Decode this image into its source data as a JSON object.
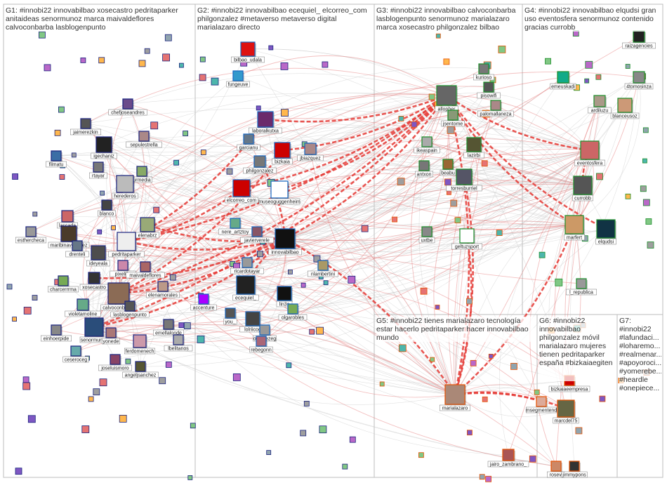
{
  "groups": [
    {
      "id": "G1",
      "title": "G1: #innobi22 innovabilbao xosecastro pedritaparker anitaideas senormunoz marca maivaldeflores calvoconbarba lasblogenpunto"
    },
    {
      "id": "G2",
      "title": "G2: #innobi22 innovabilbao ecequiel_ elcorreo_com philgonzalez #metaverso metaverso digital marialazaro directo"
    },
    {
      "id": "G3",
      "title": "G3: #innobi22 innovabilbao calvoconbarba lasblogenpunto senormunoz marialazaro marca xosecastro philgonzalez bilbao"
    },
    {
      "id": "G4",
      "title": "G4: #innobi22 innovabilbao elqudsi gran uso eventosfera senormunoz contenido gracias currobb"
    },
    {
      "id": "G5",
      "title": "G5: #innobi22 tienes marialazaro tecnología estar hacerlo pedritaparker hacer innovabilbao mundo"
    },
    {
      "id": "G6",
      "title": "G6: #innobi22 innovabilbao philgonzalez móvil marialazaro mujeres tienen pedritaparker españa #bizkaiaegiten"
    },
    {
      "id": "G7",
      "title": "G7: #innobi22 #lafundaci... #loharemo... #realmenar... #apoyoroci... #yomerebe... #heardle #onepiece..."
    }
  ],
  "nodes": [
    {
      "name": "chefjoseandres"
    },
    {
      "name": "jaimerezkin"
    },
    {
      "name": "sepulestrella"
    },
    {
      "name": "filmatu"
    },
    {
      "name": "igechaniz"
    },
    {
      "name": "rtayar"
    },
    {
      "name": "urmedia"
    },
    {
      "name": "herederos"
    },
    {
      "name": "blanco"
    },
    {
      "name": "lascada"
    },
    {
      "name": "maribinavesquez"
    },
    {
      "name": "esthercheca"
    },
    {
      "name": "drenteli"
    },
    {
      "name": "pedritaparker"
    },
    {
      "name": "elenabrz"
    },
    {
      "name": "ideyeala"
    },
    {
      "name": "pixelillo"
    },
    {
      "name": "xosecastro"
    },
    {
      "name": "maivaldeflores"
    },
    {
      "name": "charcerrrma"
    },
    {
      "name": "elenamorales"
    },
    {
      "name": "calvoconbarba"
    },
    {
      "name": "lasblogenpunto"
    },
    {
      "name": "violetamoline"
    },
    {
      "name": "einhoerpide"
    },
    {
      "name": "senormunoz"
    },
    {
      "name": "yonede"
    },
    {
      "name": "emellalonde"
    },
    {
      "name": "lbelitanos"
    },
    {
      "name": "ferdomenech"
    },
    {
      "name": "ceseroceg"
    },
    {
      "name": "joseluismoro"
    },
    {
      "name": "angeljsanchez"
    },
    {
      "name": "bilbao_udala"
    },
    {
      "name": "fungeuve"
    },
    {
      "name": "laboralkutxa"
    },
    {
      "name": "garcianu"
    },
    {
      "name": "bizkaia"
    },
    {
      "name": "jbiazquez"
    },
    {
      "name": "philgonzalez"
    },
    {
      "name": "elcorreo_com"
    },
    {
      "name": "museoguggenheim"
    },
    {
      "name": "nere_artztoy"
    },
    {
      "name": "javierverele"
    },
    {
      "name": "innovabilbao"
    },
    {
      "name": "ricardotayar"
    },
    {
      "name": "nlambertini"
    },
    {
      "name": "accenture"
    },
    {
      "name": "ecequiel_"
    },
    {
      "name": "lin3s"
    },
    {
      "name": "you_"
    },
    {
      "name": "lolriicog"
    },
    {
      "name": "olgarobles"
    },
    {
      "name": "ocomezeg"
    },
    {
      "name": "rebegonn"
    },
    {
      "name": "allopher"
    },
    {
      "name": "kurioso"
    },
    {
      "name": "pisowifi"
    },
    {
      "name": "palomallaneza"
    },
    {
      "name": "jsentome"
    },
    {
      "name": "ikeaspain"
    },
    {
      "name": "lazirbi"
    },
    {
      "name": "antxon"
    },
    {
      "name": "beabu"
    },
    {
      "name": "torresburriel"
    },
    {
      "name": "uxtbe"
    },
    {
      "name": "geltuzsport"
    },
    {
      "name": "raizagencies"
    },
    {
      "name": "emeuskadi"
    },
    {
      "name": "4tomosinza"
    },
    {
      "name": "ardiluzu"
    },
    {
      "name": "blanceusoz"
    },
    {
      "name": "eventosfera"
    },
    {
      "name": "currobb"
    },
    {
      "name": "marfert"
    },
    {
      "name": "elqudsi"
    },
    {
      "name": "l_republica"
    },
    {
      "name": "marialazaro"
    },
    {
      "name": "jairo_zambrano_"
    },
    {
      "name": "msegmentend"
    },
    {
      "name": "marcdel75"
    },
    {
      "name": "bizkaiaeempresa"
    },
    {
      "name": "rosevi"
    },
    {
      "name": "jimmypons"
    }
  ]
}
